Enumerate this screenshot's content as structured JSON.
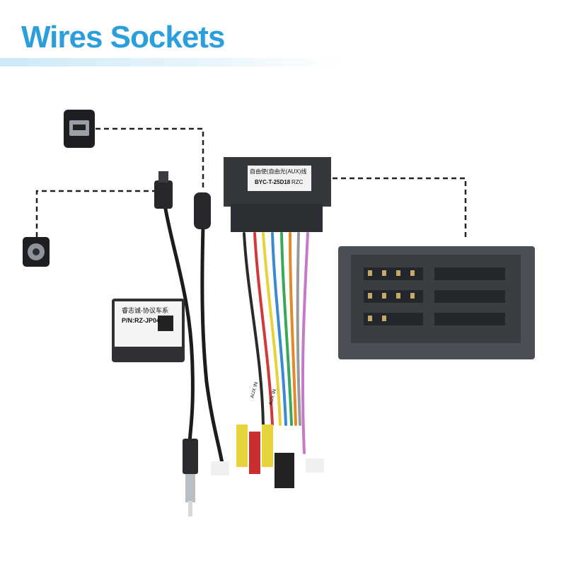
{
  "title": "Wires Sockets",
  "colors": {
    "title": "#2a9fdc",
    "dash": "#222222",
    "connector": "#4a4f55",
    "module": "#2f3136"
  },
  "harness_connector": {
    "label_line1": "自由使(自由光(AUX)线",
    "label_line2": "BYC-T-25D18",
    "label_code": "RZC"
  },
  "can_module": {
    "line1": "睿志诚-协议车系",
    "line2": "P/N:RZ-JP04"
  },
  "wire_tags": [
    "AUX IN",
    "AUX IN"
  ]
}
